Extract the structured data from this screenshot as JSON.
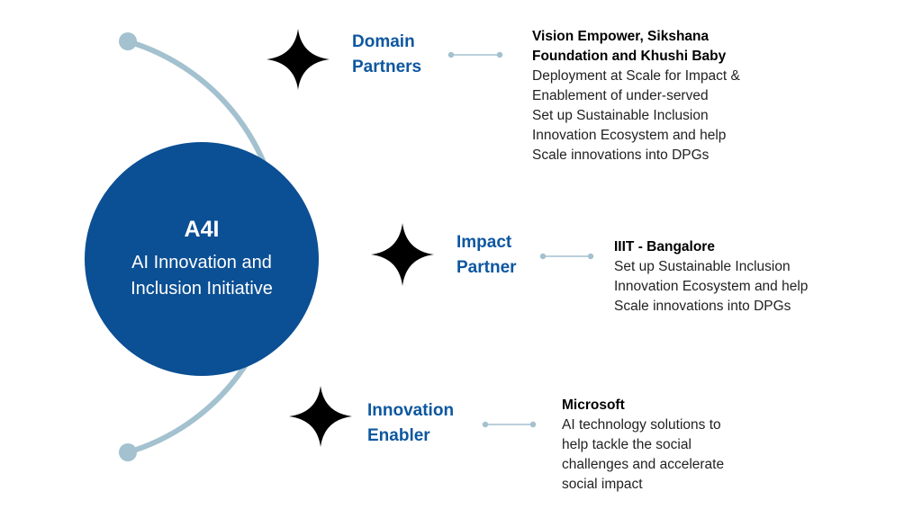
{
  "colors": {
    "core": "#0b4f94",
    "arc": "#a3c1cf",
    "role": "#0d57a0"
  },
  "core": {
    "title": "A4I",
    "subtitle_line1": "AI Innovation and",
    "subtitle_line2": "Inclusion Initiative"
  },
  "partners": [
    {
      "role_line1": "Domain",
      "role_line2": "Partners",
      "name_line1": "Vision Empower, Sikshana",
      "name_line2": "Foundation and Khushi Baby",
      "lines": [
        "Deployment at Scale for Impact &",
        "Enablement of under-served",
        "Set up Sustainable Inclusion",
        "Innovation Ecosystem and help",
        "Scale innovations into DPGs"
      ]
    },
    {
      "role_line1": "Impact",
      "role_line2": "Partner",
      "name_line1": "IIIT - Bangalore",
      "lines": [
        "Set up Sustainable Inclusion",
        "Innovation Ecosystem and help",
        "Scale innovations into DPGs"
      ]
    },
    {
      "role_line1": "Innovation",
      "role_line2": "Enabler",
      "name_line1": "Microsoft",
      "lines": [
        "AI technology solutions to",
        "help tackle the social",
        "challenges and accelerate",
        "social impact"
      ]
    }
  ]
}
